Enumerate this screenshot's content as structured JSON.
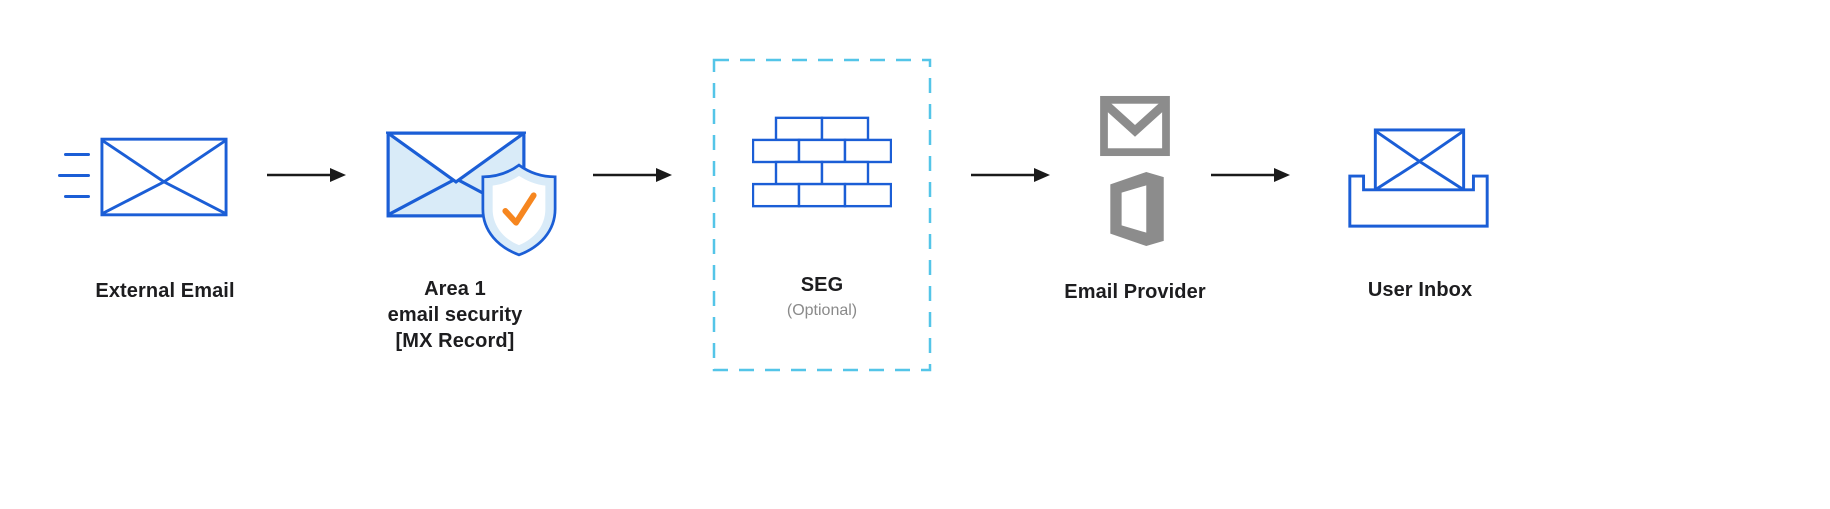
{
  "diagram": {
    "description": "Email flow diagram",
    "nodes": [
      {
        "id": "external-email",
        "label": "External Email",
        "icon": "envelope-icon"
      },
      {
        "id": "area1-email-security",
        "lines": [
          "Area 1",
          "email security",
          "[MX Record]"
        ],
        "icons": [
          "envelope-icon",
          "shield-check-icon"
        ]
      },
      {
        "id": "seg",
        "label": "SEG",
        "sublabel": "(Optional)",
        "icon": "firewall-bricks-icon",
        "container": "dashed-optional-box"
      },
      {
        "id": "email-provider",
        "label": "Email Provider",
        "icons": [
          "gmail-icon",
          "office-icon"
        ]
      },
      {
        "id": "user-inbox",
        "label": "User Inbox",
        "icon": "inbox-tray-envelope-icon"
      }
    ],
    "connectors": {
      "type": "arrow-right-icon",
      "count": 4
    },
    "colors": {
      "primary_blue": "#1b5ed6",
      "light_blue": "#d9ebf8",
      "dashed_cyan": "#54c5e8",
      "check_orange": "#f6861f",
      "icon_gray": "#8c8c8c",
      "text": "#1d1d1f",
      "subtext": "#8a8a8a",
      "arrow": "#1a1a1a"
    }
  }
}
